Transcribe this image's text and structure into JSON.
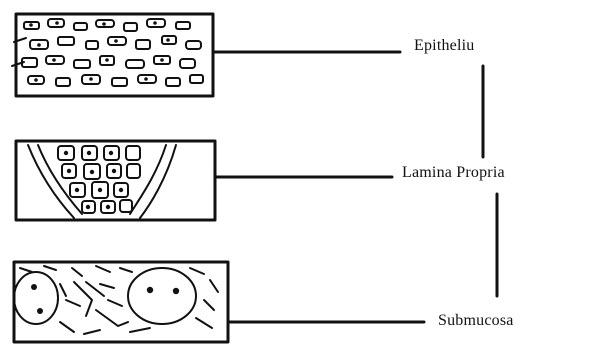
{
  "labels": {
    "epithelium": "Epitheliu",
    "lamina_propria": "Lamina Propria",
    "submucosa": "Submucosa"
  },
  "colors": {
    "ink": "#111111",
    "background": "#ffffff"
  }
}
